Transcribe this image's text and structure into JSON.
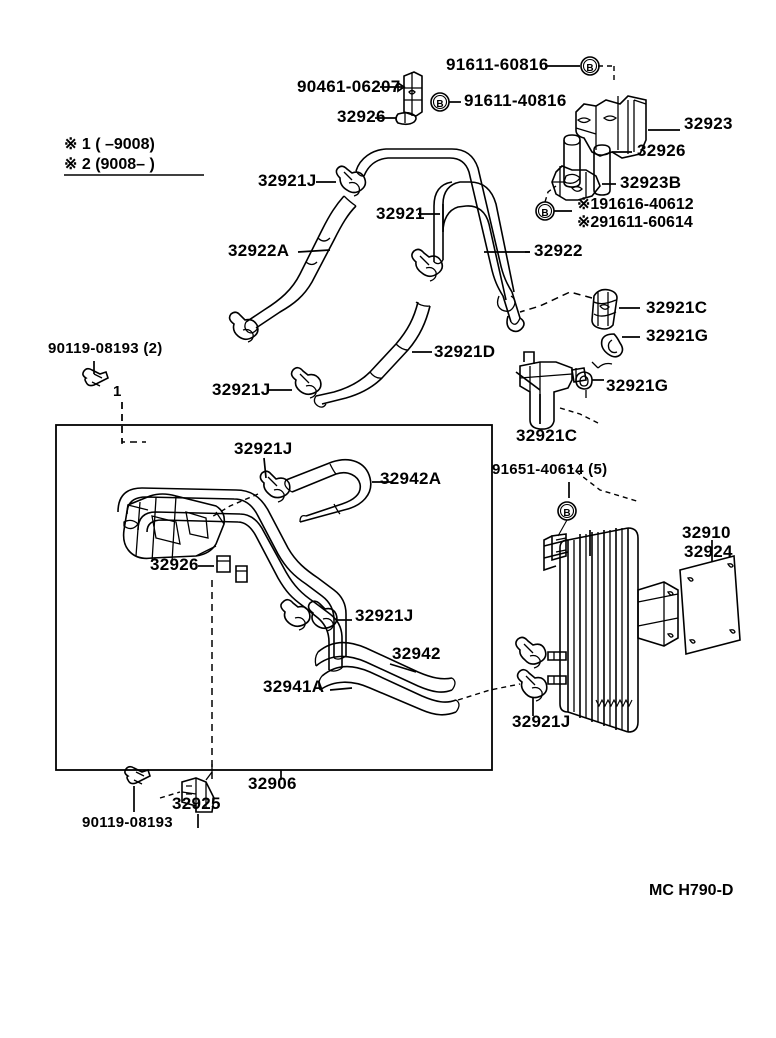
{
  "diagram": {
    "title_code": "MC H790-D",
    "legend": {
      "line1": "※ 1 (        –9008)",
      "line2": "※ 2 (9008–        )"
    },
    "footnotes": {
      "note1": "※191616-40612",
      "note2": "※291611-60614"
    },
    "labels": [
      {
        "id": "l01",
        "text": "91611-60816"
      },
      {
        "id": "l02",
        "text": "90461-06207"
      },
      {
        "id": "l03",
        "text": "91611-40816"
      },
      {
        "id": "l04",
        "text": "32926"
      },
      {
        "id": "l05",
        "text": "32923"
      },
      {
        "id": "l06",
        "text": "32926"
      },
      {
        "id": "l07",
        "text": "32923B"
      },
      {
        "id": "l08",
        "text": "32921J"
      },
      {
        "id": "l09",
        "text": "32921"
      },
      {
        "id": "l10",
        "text": "32922A"
      },
      {
        "id": "l11",
        "text": "32922"
      },
      {
        "id": "l12",
        "text": "32921D"
      },
      {
        "id": "l13",
        "text": "32921J"
      },
      {
        "id": "l14",
        "text": "90119-08193 (2)"
      },
      {
        "id": "l15",
        "text": "32921C"
      },
      {
        "id": "l16",
        "text": "32921G"
      },
      {
        "id": "l17",
        "text": "32921G"
      },
      {
        "id": "l18",
        "text": "32921C"
      },
      {
        "id": "l19",
        "text": "91651-40614 (5)"
      },
      {
        "id": "l20",
        "text": "32921J"
      },
      {
        "id": "l21",
        "text": "32942A"
      },
      {
        "id": "l22",
        "text": "32926"
      },
      {
        "id": "l23",
        "text": "32921J"
      },
      {
        "id": "l24",
        "text": "32942"
      },
      {
        "id": "l25",
        "text": "32941A"
      },
      {
        "id": "l26",
        "text": "32910"
      },
      {
        "id": "l27",
        "text": "32924"
      },
      {
        "id": "l28",
        "text": "32921J"
      },
      {
        "id": "l29",
        "text": "32906"
      },
      {
        "id": "l30",
        "text": "32925"
      },
      {
        "id": "l31",
        "text": "90119-08193"
      },
      {
        "id": "l32",
        "text": "1"
      }
    ],
    "markers": {
      "b_circle": "B"
    }
  }
}
